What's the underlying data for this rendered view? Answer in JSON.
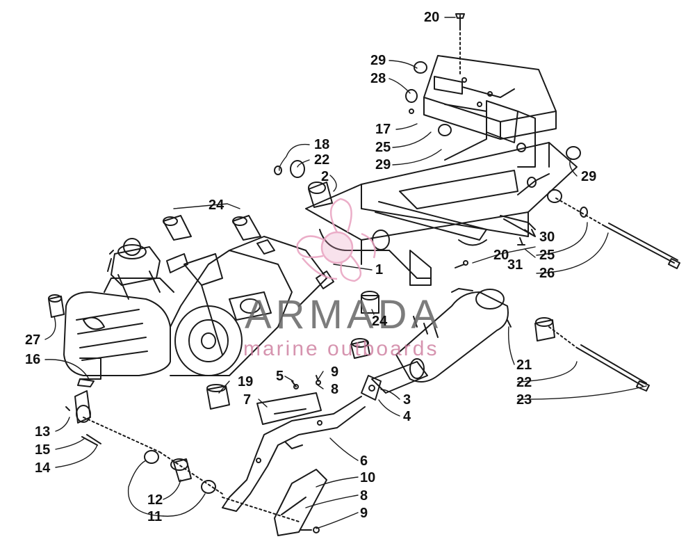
{
  "watermark": {
    "title": "ARMADA",
    "subtitle": "marine outboards",
    "logo_icon": "propeller-icon",
    "logo_color": "#e8a0bf",
    "text_color": "#666666"
  },
  "callouts": [
    "20",
    "29",
    "28",
    "17",
    "25",
    "29",
    "18",
    "22",
    "2",
    "29",
    "24",
    "30",
    "20",
    "31",
    "25",
    "1",
    "26",
    "24",
    "27",
    "16",
    "19",
    "5",
    "9",
    "8",
    "7",
    "21",
    "22",
    "23",
    "3",
    "4",
    "13",
    "15",
    "14",
    "6",
    "10",
    "8",
    "9",
    "12",
    "11"
  ]
}
